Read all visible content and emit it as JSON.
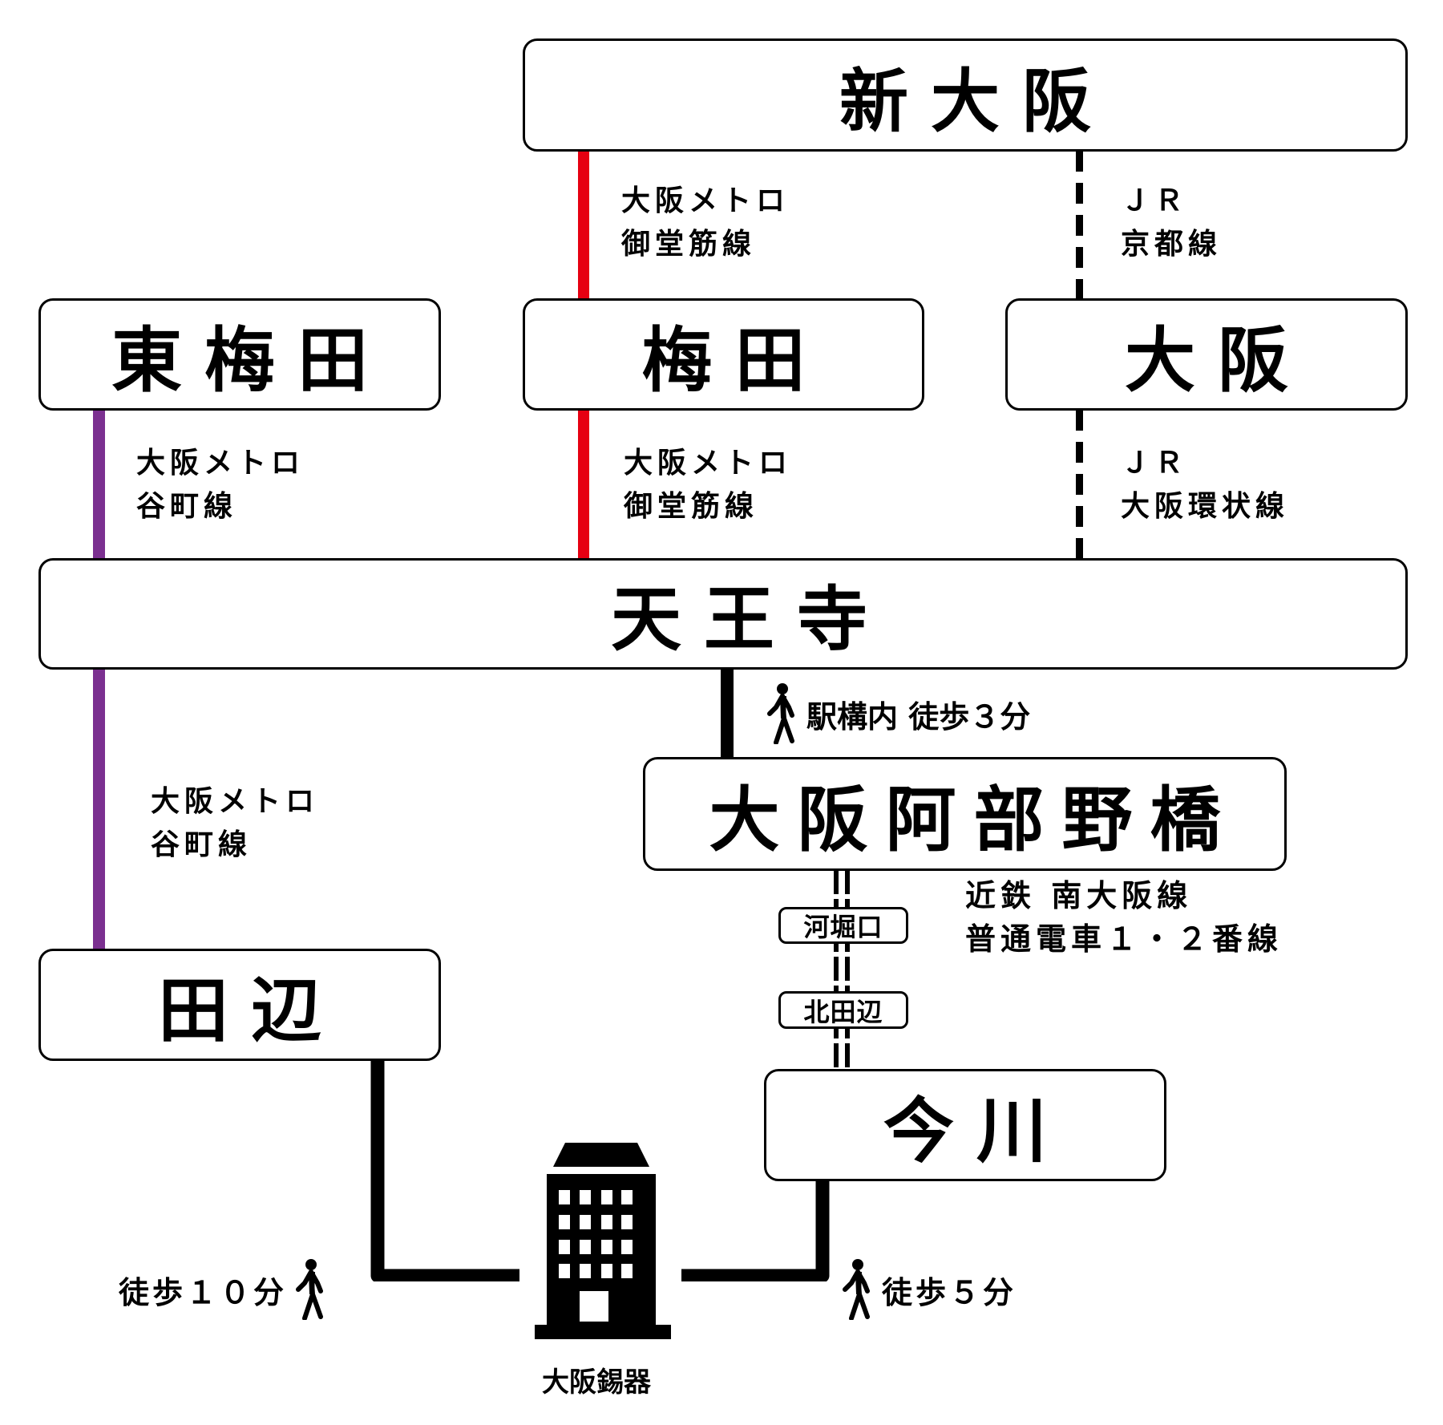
{
  "colors": {
    "midosuji_red": "#E60012",
    "tanimachi_purple": "#7B3090",
    "black": "#000000"
  },
  "stations": {
    "shin_osaka": "新大阪",
    "higashi_umeda": "東梅田",
    "umeda": "梅田",
    "osaka": "大阪",
    "tennoji": "天王寺",
    "osaka_abenobashi": "大阪阿部野橋",
    "tanabe": "田辺",
    "imagawa": "今川",
    "kawahoriguchi": "河堀口",
    "kitatanabe": "北田辺"
  },
  "lines": {
    "midosuji_upper": {
      "operator": "大阪メトロ",
      "name": "御堂筋線"
    },
    "jr_kyoto": {
      "operator": "ＪＲ",
      "name": "京都線"
    },
    "tanimachi_upper": {
      "operator": "大阪メトロ",
      "name": "谷町線"
    },
    "midosuji_lower": {
      "operator": "大阪メトロ",
      "name": "御堂筋線"
    },
    "jr_loop": {
      "operator": "ＪＲ",
      "name": "大阪環状線"
    },
    "tanimachi_lower": {
      "operator": "大阪メトロ",
      "name": "谷町線"
    },
    "kintetsu": {
      "operator": "近鉄 南大阪線",
      "name": "普通電車１・２番線"
    }
  },
  "walks": {
    "transfer": "駅構内 徒歩３分",
    "from_tanabe": "徒歩１０分",
    "from_imagawa": "徒歩５分"
  },
  "destination": {
    "name": "大阪錫器",
    "icon": "building-icon"
  }
}
